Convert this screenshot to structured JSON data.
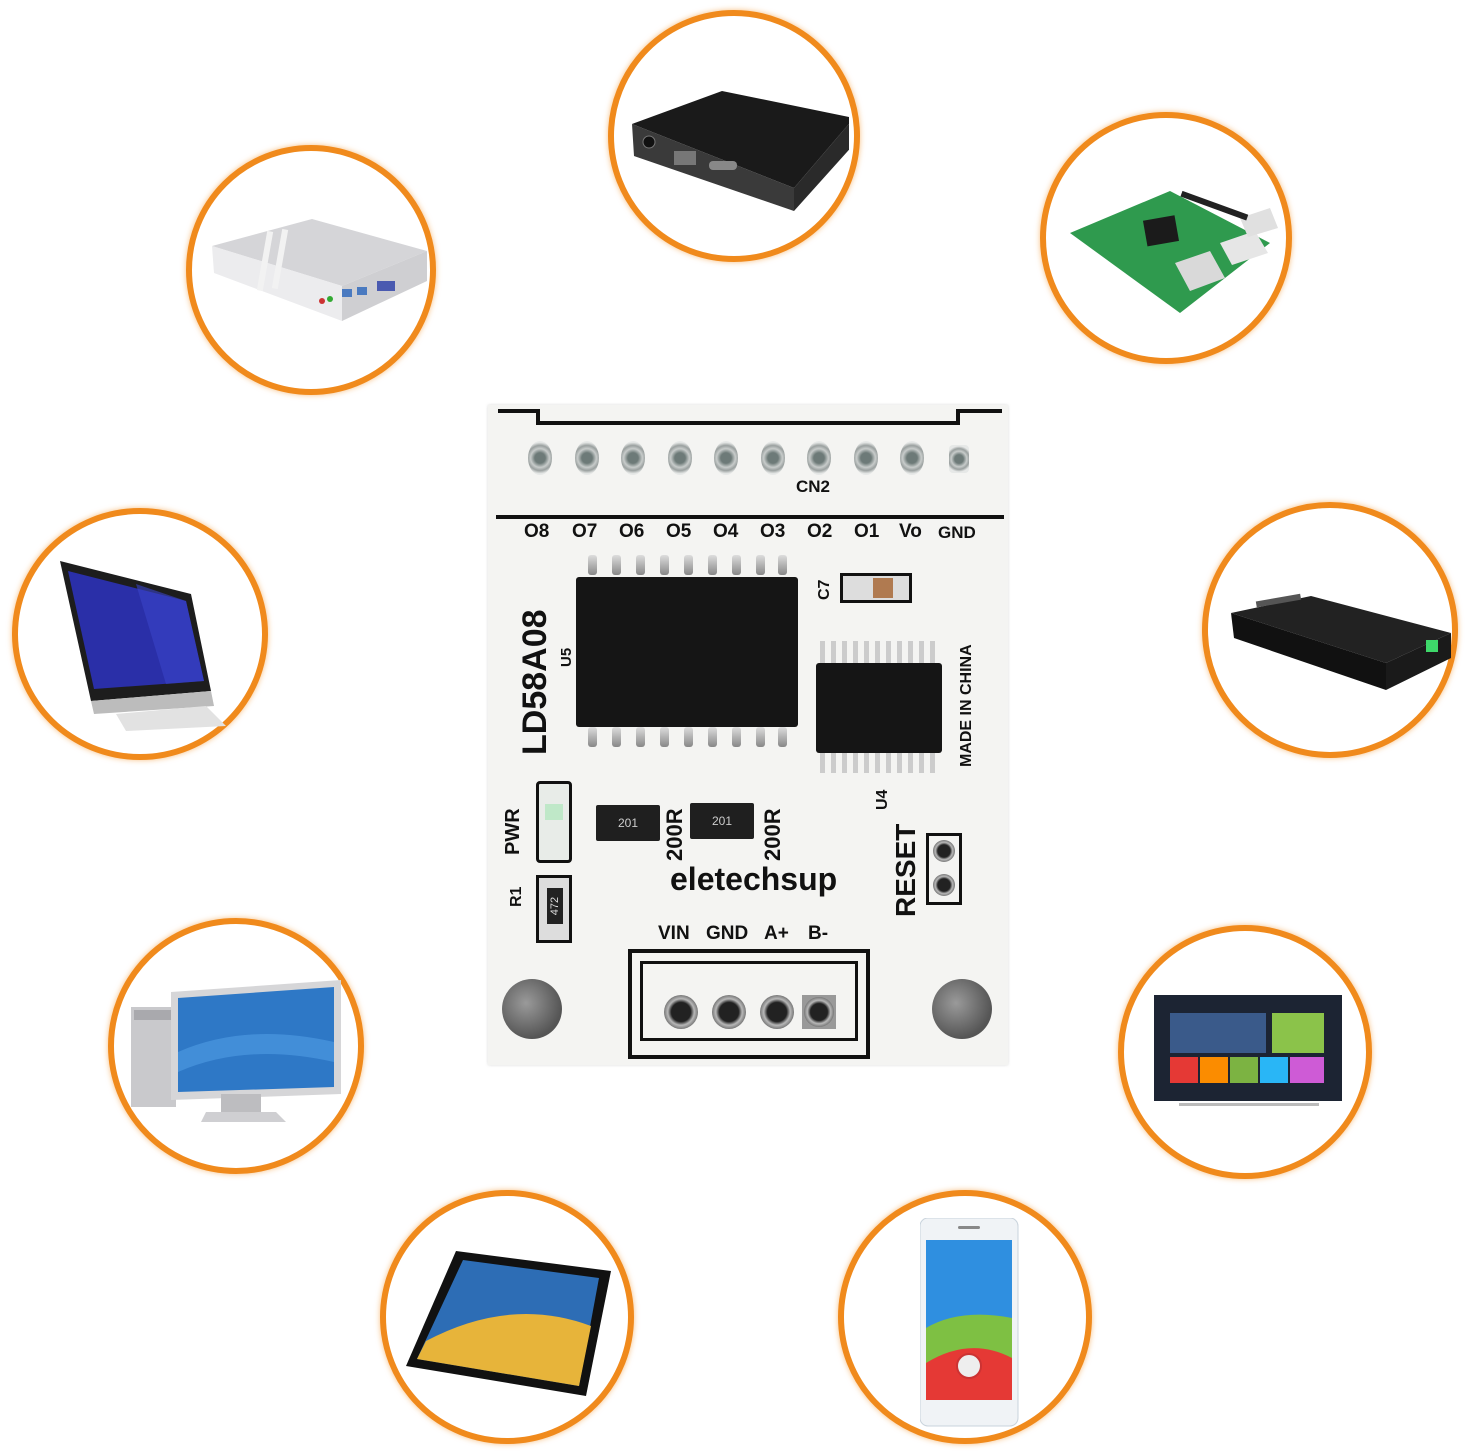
{
  "accent_color": "#f08a1c",
  "devices": [
    {
      "name": "tv-box",
      "label": "TV box"
    },
    {
      "name": "raspberry-pi",
      "label": "Raspberry Pi board"
    },
    {
      "name": "mini-pc",
      "label": "Fanless mini PC"
    },
    {
      "name": "all-in-one-pc",
      "label": "All-in-one PC"
    },
    {
      "name": "mini-pc-stick",
      "label": "Mini PC stick"
    },
    {
      "name": "desktop-computer",
      "label": "Desktop computer"
    },
    {
      "name": "smart-tv",
      "label": "Smart TV"
    },
    {
      "name": "tablet",
      "label": "Tablet"
    },
    {
      "name": "smartphone",
      "label": "Smartphone"
    }
  ],
  "board": {
    "connector_top": "CN2",
    "pin_labels": [
      "O8",
      "O7",
      "O6",
      "O5",
      "O4",
      "O3",
      "O2",
      "O1",
      "Vo",
      "GND"
    ],
    "model": "LD58A08",
    "u5": "U5",
    "u4": "U4",
    "c7": "C7",
    "made_in": "MADE IN CHINA",
    "pwr": "PWR",
    "r1": "R1",
    "r1_code": "472",
    "resistor_array_code": "201",
    "resistor_value": "200R",
    "brand": "eletechsup",
    "reset": "RESET",
    "bottom_pins": [
      "VIN",
      "GND",
      "A+",
      "B-"
    ]
  }
}
